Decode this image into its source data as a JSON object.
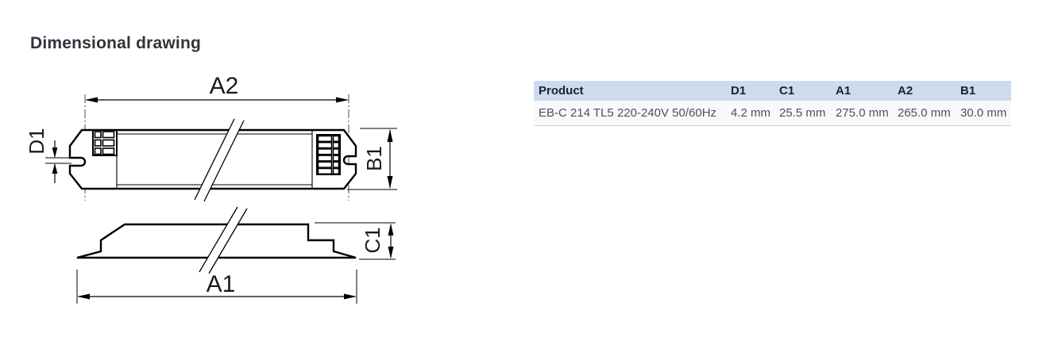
{
  "page": {
    "heading": "Dimensional drawing"
  },
  "drawing": {
    "dim_labels": {
      "a2": "A2",
      "b1": "B1",
      "d1": "D1",
      "a1": "A1",
      "c1": "C1"
    }
  },
  "table": {
    "columns": {
      "product": "Product",
      "d1": "D1",
      "c1": "C1",
      "a1": "A1",
      "a2": "A2",
      "b1": "B1"
    },
    "row": {
      "product": "EB-C 214 TL5 220-240V 50/60Hz",
      "d1": "4.2 mm",
      "c1": "25.5 mm",
      "a1": "275.0 mm",
      "a2": "265.0 mm",
      "b1": "30.0 mm"
    }
  },
  "colors": {
    "header_bg": "#cddbee",
    "header_text": "#20202e",
    "row_bg": "#f7f9fb",
    "row_text": "#515156",
    "row_border": "#cfd5dd",
    "line": "#000000"
  }
}
